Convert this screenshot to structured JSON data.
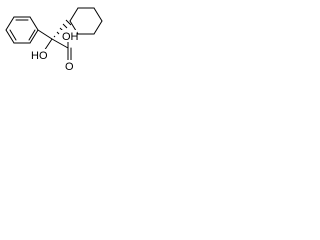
{
  "molecule": {
    "labels": {
      "hydroxyl": "HO",
      "acid_hydroxyl": "OH",
      "carbonyl_oxygen": "O"
    },
    "bond_color": "#000000"
  }
}
